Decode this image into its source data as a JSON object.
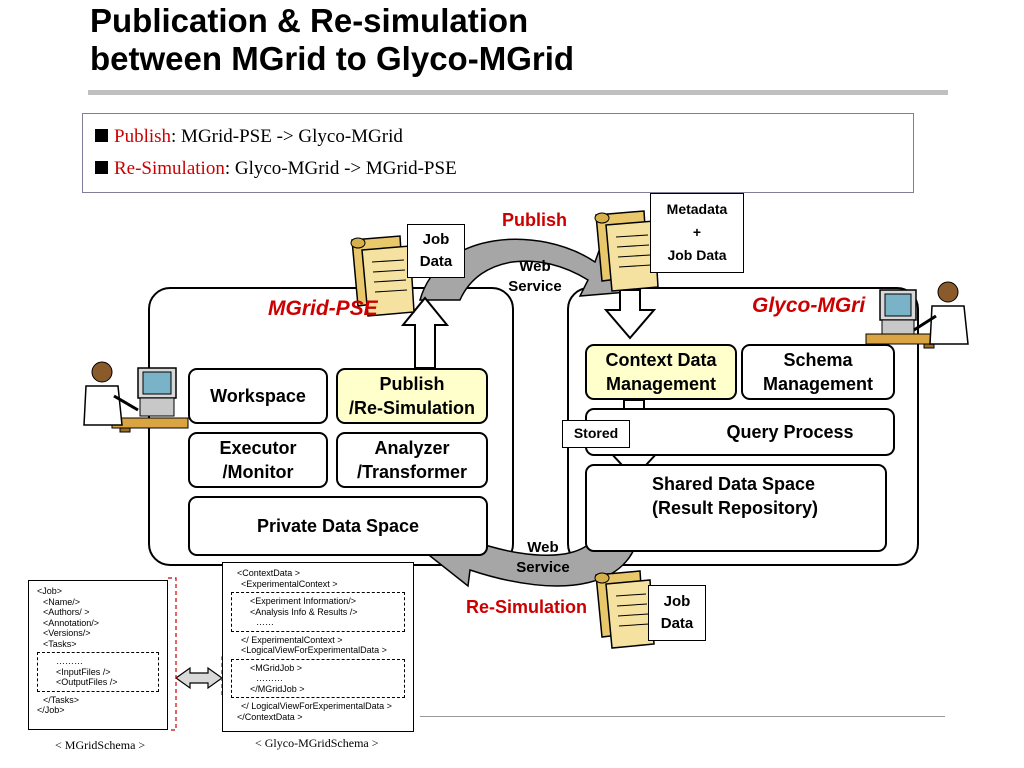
{
  "title": {
    "line1": "Publication & Re-simulation",
    "line2": "between MGrid to Glyco-MGrid"
  },
  "summary": [
    {
      "keyword": "Publish",
      "text": ": MGrid-PSE -> Glyco-MGrid"
    },
    {
      "keyword": "Re-Simulation",
      "text": ": Glyco-MGrid -> MGrid-PSE"
    }
  ],
  "mgrid_pse": {
    "title": "MGrid-PSE",
    "workspace": "Workspace",
    "publish_resim": [
      "Publish",
      "/Re-Simulation"
    ],
    "executor": [
      "Executor",
      "/Monitor"
    ],
    "analyzer": [
      "Analyzer",
      "/Transformer"
    ],
    "private_space": "Private Data Space"
  },
  "glyco_mgrid": {
    "title": "Glyco-MGri",
    "context_mgmt": [
      "Context Data",
      "Management"
    ],
    "schema_mgmt": [
      "Schema",
      "Management"
    ],
    "query_process": "Query Process",
    "shared_space": [
      "Shared Data Space",
      "(Result Repository)"
    ]
  },
  "labels": {
    "publish": "Publish",
    "resimulation": "Re-Simulation",
    "web_service_top": [
      "Web",
      "Service"
    ],
    "web_service_bottom": [
      "Web",
      "Service"
    ],
    "job_data_left": [
      "Job",
      "Data"
    ],
    "metadata": [
      "Metadata",
      "+",
      "Job Data"
    ],
    "stored": "Stored",
    "job_data_bottom": [
      "Job",
      "Data"
    ]
  },
  "mgrid_schema": {
    "lines_top": [
      "<Job>",
      "<Name/>",
      "<Authors/ >",
      "<Annotation/>",
      "<Versions/>",
      "<Tasks>"
    ],
    "lines_dashed": [
      "………",
      "<InputFiles />",
      "<OutputFiles />"
    ],
    "lines_bottom": [
      "</Tasks>",
      "</Job>"
    ],
    "caption": "< MGridSchema >"
  },
  "glyco_schema": {
    "line1": "<ContextData >",
    "line2": "<ExperimentalContext >",
    "dash1": [
      "<Experiment Information/>",
      "<Analysis Info & Results />",
      "……"
    ],
    "line3": "</ ExperimentalContext >",
    "line4": "<LogicalViewForExperimentalData >",
    "dash2": [
      "<MGridJob >",
      "………",
      "</MGridJob >"
    ],
    "line5": "</ LogicalViewForExperimentalData >",
    "line6": "</ContextData >",
    "caption": "< Glyco-MGridSchema >"
  },
  "colors": {
    "accent_red": "#cc0000",
    "highlight_yellow": "#ffffcc",
    "arrow_gray": "#a6a6a6",
    "scroll_gold": "#e8c86a"
  }
}
